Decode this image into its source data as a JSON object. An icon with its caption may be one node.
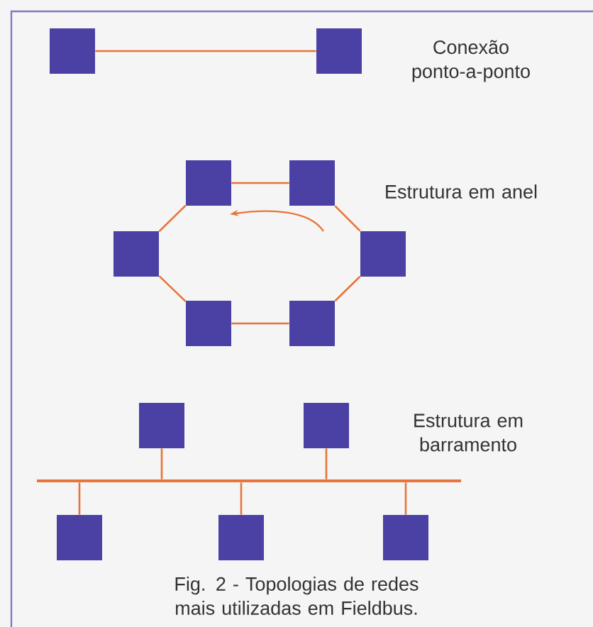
{
  "diagram": {
    "caption": "Fig. 2 - Topologias de redes mais utilizadas em Fieldbus.",
    "nodes": [
      {
        "text": [],
        "shape": "box"
      },
      {
        "text": [],
        "shape": "box"
      },
      {
        "text": [],
        "shape": "box"
      },
      {
        "text": [],
        "shape": "box"
      },
      {
        "text": [],
        "shape": "box"
      },
      {
        "text": [],
        "shape": "box"
      },
      {
        "text": [],
        "shape": "box"
      },
      {
        "text": [],
        "shape": "box"
      },
      {
        "text": [],
        "shape": "box"
      },
      {
        "text": [],
        "shape": "box"
      },
      {
        "text": [],
        "shape": "bar"
      },
      {
        "text": [],
        "shape": "box"
      },
      {
        "text": [],
        "shape": "box"
      },
      {
        "text": [],
        "shape": "box"
      }
    ],
    "edges": [
      {
        "from": 0,
        "to": 1,
        "arrow": "none"
      },
      {
        "from": 2,
        "to": 3,
        "arrow": "none"
      },
      {
        "from": 3,
        "to": 5,
        "arrow": "none"
      },
      {
        "from": 5,
        "to": 7,
        "arrow": "none"
      },
      {
        "from": 7,
        "to": 6,
        "arrow": "none"
      },
      {
        "from": 6,
        "to": 4,
        "arrow": "none"
      },
      {
        "from": 4,
        "to": 2,
        "arrow": "none"
      },
      {
        "from": 8,
        "to": 10,
        "arrow": "none"
      },
      {
        "from": 9,
        "to": 10,
        "arrow": "none"
      },
      {
        "from": 10,
        "to": 11,
        "arrow": "none"
      },
      {
        "from": 10,
        "to": 12,
        "arrow": "none"
      },
      {
        "from": 10,
        "to": 13,
        "arrow": "none"
      }
    ],
    "labels": [
      "Conexão ponto-a-ponto",
      "Estrutura em anel",
      "Estrutura em barramento"
    ]
  }
}
